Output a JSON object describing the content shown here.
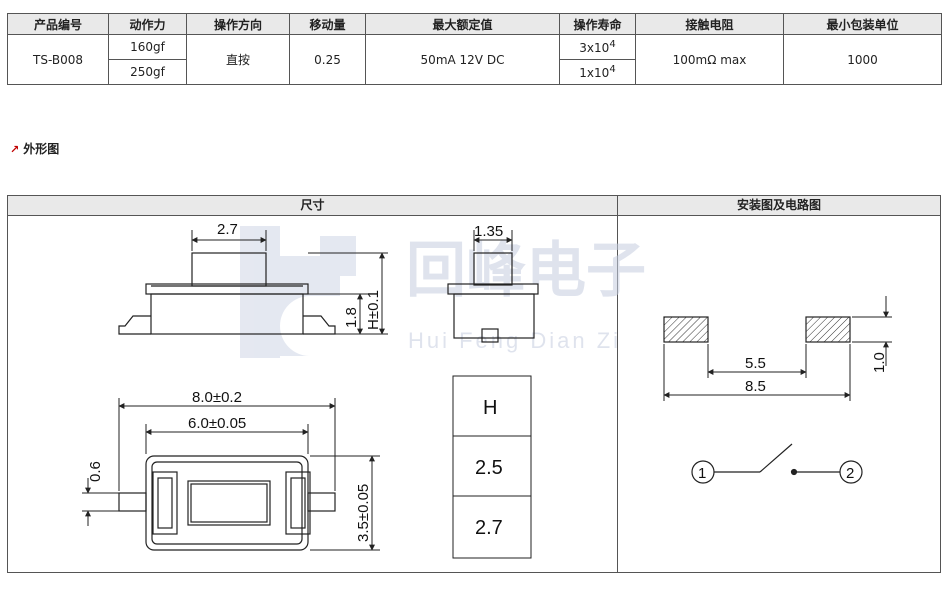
{
  "spec_table": {
    "headers": [
      "产品编号",
      "动作力",
      "操作方向",
      "移动量",
      "最大额定值",
      "操作寿命",
      "接触电阻",
      "最小包装单位"
    ],
    "model": "TS-B008",
    "force_1": "160gf",
    "force_2": "250gf",
    "direction": "直按",
    "travel": "0.25",
    "rating": "50mA 12V DC",
    "life_1_base": "3x10",
    "life_1_exp": "4",
    "life_2_base": "1x10",
    "life_2_exp": "4",
    "resistance": "100mΩ max",
    "min_pack": "1000"
  },
  "section": {
    "title": "外形图"
  },
  "drawing_panel": {
    "left_header": "尺寸",
    "right_header": "安装图及电路图"
  },
  "watermark": {
    "brand": "回峰电子",
    "pinyin": "Hui Feng Dian Zi"
  },
  "dimensions": {
    "side_top_width": "2.7",
    "side_front_width": "1.35",
    "height_body": "1.8",
    "height_total": "H±0.1",
    "overall_length": "8.0±0.2",
    "body_length": "6.0±0.05",
    "pin_width": "0.6",
    "body_width": "3.5±0.05",
    "pad_spacing_inner": "5.5",
    "pad_spacing_outer": "8.5",
    "pad_height": "1.0"
  },
  "h_table": {
    "header": "H",
    "values": [
      "2.5",
      "2.7"
    ]
  },
  "circuit": {
    "pin_1": "1",
    "pin_2": "2"
  },
  "colors": {
    "header_bg": "#e9e9e9",
    "border": "#555555",
    "watermark": "#cfd6e6",
    "accent_arrow": "#c00000"
  }
}
